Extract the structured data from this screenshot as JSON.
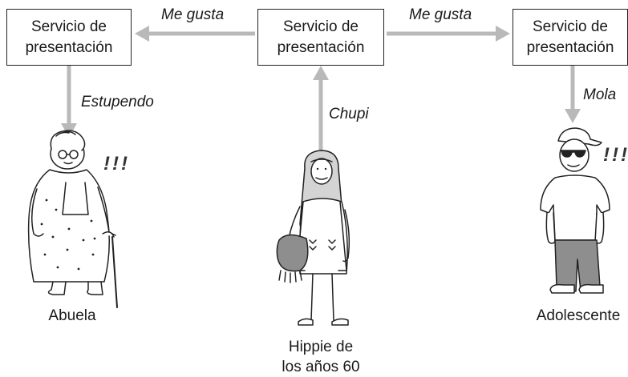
{
  "boxes": {
    "left": {
      "line1": "Servicio de",
      "line2": "presentación"
    },
    "center": {
      "line1": "Servicio de",
      "line2": "presentación"
    },
    "right": {
      "line1": "Servicio de",
      "line2": "presentación"
    }
  },
  "arrows": {
    "center_to_left": "Me gusta",
    "center_to_right": "Me gusta",
    "left_down": "Estupendo",
    "hippie_up": "Chupi",
    "right_down": "Mola"
  },
  "exclamations": {
    "abuela": "!!!",
    "adolescente": "!!!"
  },
  "captions": {
    "abuela": "Abuela",
    "hippie_line1": "Hippie de",
    "hippie_line2": "los años 60",
    "adolescente": "Adolescente"
  },
  "colors": {
    "arrow": "#b9b9b9",
    "ink": "#222222",
    "shade": "#8e8e8e",
    "light": "#d4d4d4"
  }
}
